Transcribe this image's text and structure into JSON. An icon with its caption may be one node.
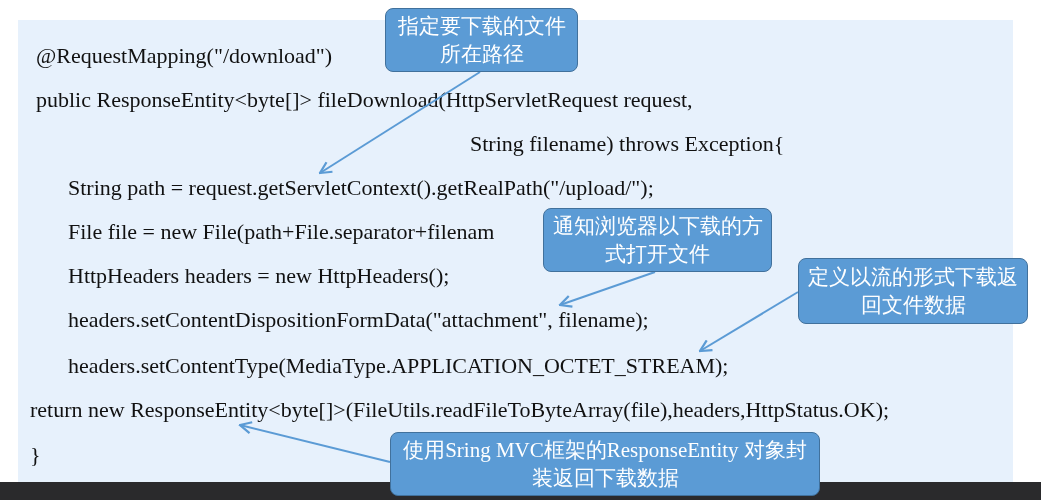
{
  "diagram": {
    "nodes": [
      {
        "text": [
          "指定要下载的文件所在路径"
        ]
      },
      {
        "text": [
          "String path = request.getServletContext().getRealPath(\"/upload/\");"
        ]
      },
      {
        "text": [
          "通知浏览器以下载的方式打开文件"
        ]
      },
      {
        "text": [
          "headers.setContentDispositionFormData(\"attachment\", filename);"
        ]
      },
      {
        "text": [
          "定义以流的形式下载返回文件数据"
        ]
      },
      {
        "text": [
          "headers.setContentType(MediaType.APPLICATION_OCTET_STREAM);"
        ]
      },
      {
        "text": [
          "return new ResponseEntity<byte[]>(FileUtils.readFileToByteArray(file),headers,HttpStatus.OK);"
        ]
      },
      {
        "text": [
          "使用Sring MVC框架的ResponseEntity 对象封装返回下载数据"
        ]
      }
    ],
    "edges": [
      {
        "from": 0,
        "to": 1,
        "arrow": "to"
      },
      {
        "from": 2,
        "to": 3,
        "arrow": "to"
      },
      {
        "from": 4,
        "to": 5,
        "arrow": "to"
      },
      {
        "from": 7,
        "to": 6,
        "arrow": "to"
      }
    ],
    "labels": [
      "@RequestMapping(\"/download\")",
      "public ResponseEntity<byte[]> fileDownload(HttpServletRequest request,",
      "String filename) throws Exception{",
      "File file = new File(path+File.separator+filenam",
      "HttpHeaders headers = new HttpHeaders();",
      "}"
    ]
  }
}
